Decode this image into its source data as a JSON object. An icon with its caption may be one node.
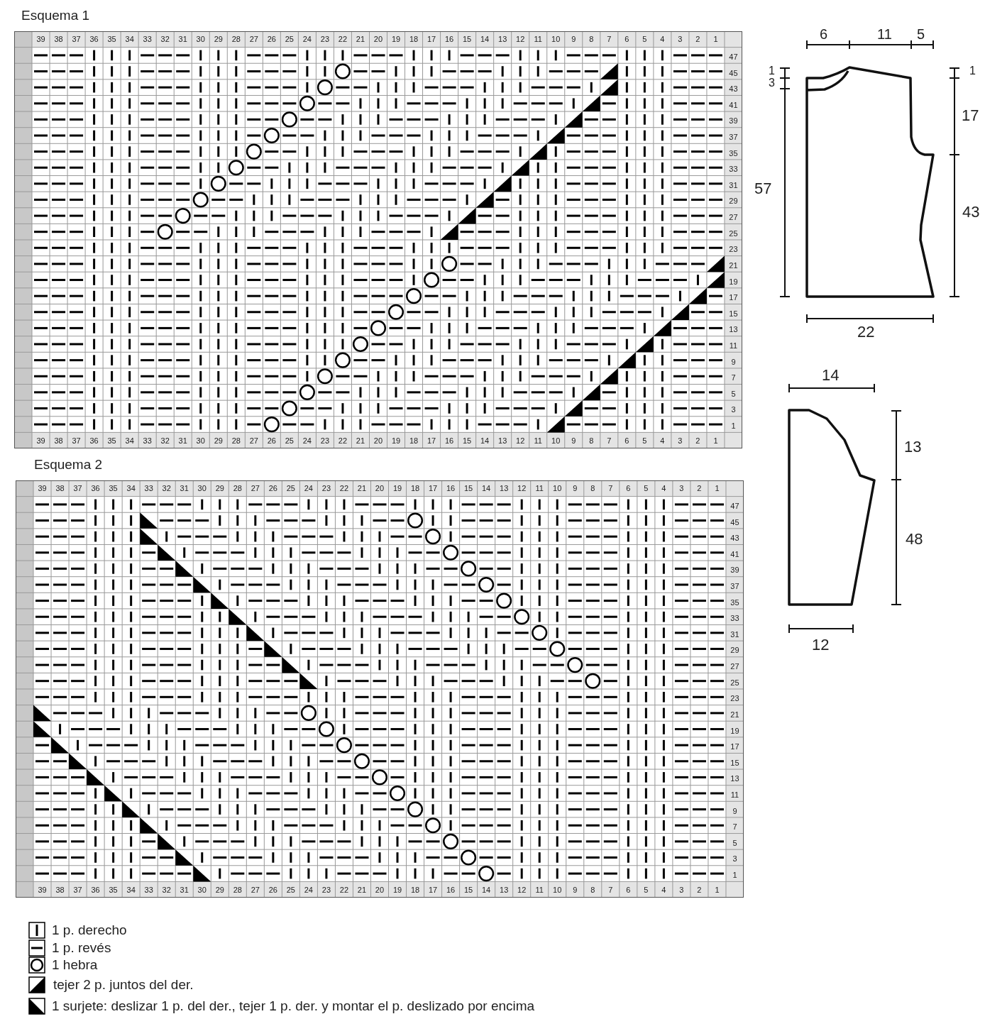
{
  "diagram": {
    "labels": [
      "Esquema 1",
      "39",
      "38",
      "37",
      "36",
      "35",
      "34",
      "33",
      "32",
      "31",
      "30",
      "29",
      "28",
      "27",
      "26",
      "25",
      "24",
      "23",
      "22",
      "21",
      "20",
      "19",
      "18",
      "17",
      "16",
      "15",
      "14",
      "13",
      "12",
      "11",
      "10",
      "9",
      "8",
      "7",
      "6",
      "5",
      "4",
      "3",
      "2",
      "1",
      "47",
      "45",
      "43",
      "41",
      "39",
      "37",
      "35",
      "33",
      "31",
      "29",
      "27",
      "25",
      "23",
      "21",
      "19",
      "17",
      "15",
      "13",
      "11",
      "9",
      "7",
      "5",
      "3",
      "1",
      "39",
      "38",
      "37",
      "36",
      "35",
      "34",
      "33",
      "32",
      "31",
      "30",
      "29",
      "28",
      "27",
      "26",
      "25",
      "24",
      "23",
      "22",
      "21",
      "20",
      "19",
      "18",
      "17",
      "16",
      "15",
      "14",
      "13",
      "12",
      "11",
      "10",
      "9",
      "8",
      "7",
      "6",
      "5",
      "4",
      "3",
      "2",
      "1",
      "Esquema 2",
      "39",
      "38",
      "37",
      "36",
      "35",
      "34",
      "33",
      "32",
      "31",
      "30",
      "29",
      "28",
      "27",
      "26",
      "25",
      "24",
      "23",
      "22",
      "21",
      "20",
      "19",
      "18",
      "17",
      "16",
      "15",
      "14",
      "13",
      "12",
      "11",
      "10",
      "9",
      "8",
      "7",
      "6",
      "5",
      "4",
      "3",
      "2",
      "1",
      "47",
      "45",
      "43",
      "41",
      "39",
      "37",
      "35",
      "33",
      "31",
      "29",
      "27",
      "25",
      "23",
      "21",
      "19",
      "17",
      "15",
      "13",
      "11",
      "9",
      "7",
      "5",
      "3",
      "1",
      "39",
      "38",
      "37",
      "36",
      "35",
      "34",
      "33",
      "32",
      "31",
      "30",
      "29",
      "28",
      "27",
      "26",
      "25",
      "24",
      "23",
      "22",
      "21",
      "20",
      "19",
      "18",
      "17",
      "16",
      "15",
      "14",
      "13",
      "12",
      "11",
      "10",
      "9",
      "8",
      "7",
      "6",
      "5",
      "4",
      "3",
      "2",
      "1",
      "6",
      "11",
      "5",
      "1",
      "3",
      "57",
      "1",
      "17",
      "43",
      "22",
      "14",
      "13",
      "48",
      "12"
    ],
    "legend": [
      {
        "text": "1 p. derecho"
      },
      {
        "text": "1 p. revés"
      },
      {
        "text": "1 hebra"
      },
      {
        "text": "tejer 2 p. juntos del der."
      },
      {
        "text": "1 surjete: deslizar 1 p. del der., tejer 1 p. der. y montar el p. deslizado por encima"
      }
    ]
  }
}
